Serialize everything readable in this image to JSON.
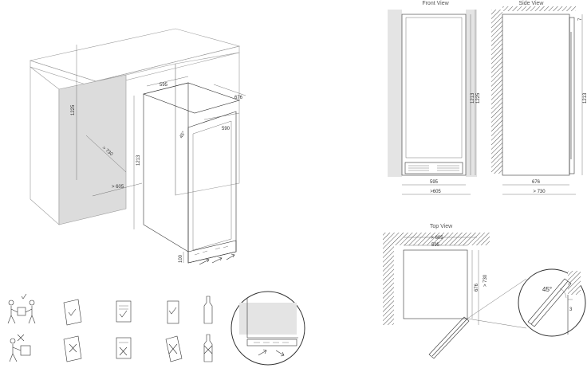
{
  "views": {
    "front": {
      "title": "Front View"
    },
    "side": {
      "title": "Side View"
    },
    "top": {
      "title": "Top View"
    }
  },
  "iso_dims": {
    "width": "595",
    "depth": "676",
    "inner_depth": "590",
    "height": "1213",
    "cabinet_height": "1225",
    "min_depth": "> 730",
    "min_width": "> 605",
    "base": "100",
    "angle": "45°"
  },
  "front_dims": {
    "height_a": "1213",
    "height_b": "1225",
    "width": "595",
    "min_width": ">605"
  },
  "side_dims": {
    "top_gap": "7",
    "height": "1213",
    "depth": "676",
    "min_depth": "> 730"
  },
  "top_dims": {
    "min_width": "> 605",
    "width": "595",
    "depth": "676",
    "min_depth": "> 730",
    "angle": "45°",
    "gap": "3"
  },
  "colors": {
    "line": "#333333",
    "wall": "#e4e4e4",
    "ghost": "#9a9a9a"
  }
}
